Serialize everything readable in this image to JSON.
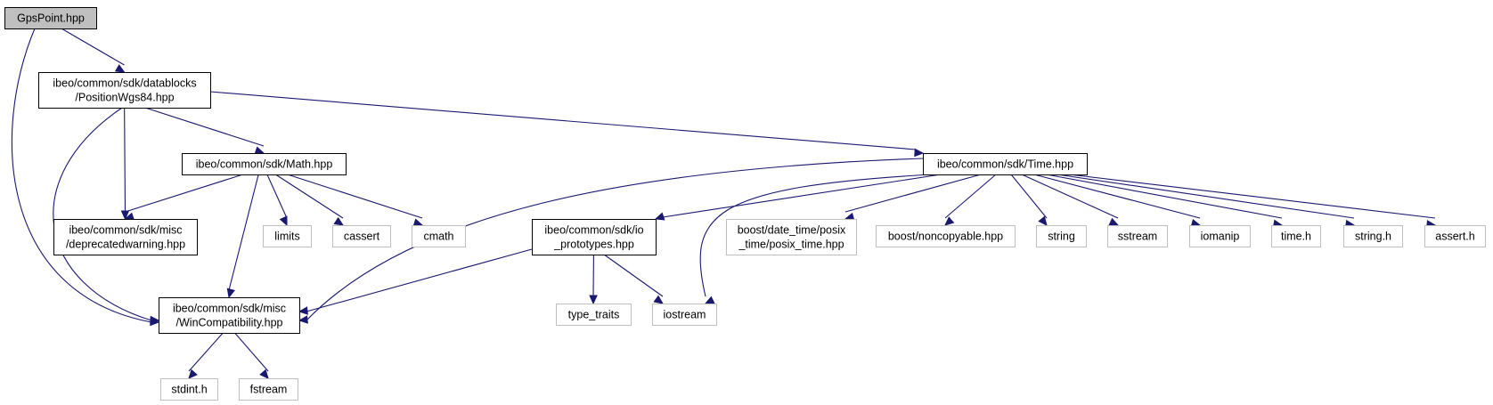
{
  "graph": {
    "nodes": [
      {
        "id": "gps",
        "lines": [
          "GpsPoint.hpp"
        ],
        "kind": "root",
        "clickable": true
      },
      {
        "id": "pos",
        "lines": [
          "ibeo/common/sdk/datablocks",
          "/PositionWgs84.hpp"
        ],
        "kind": "file",
        "clickable": true
      },
      {
        "id": "math",
        "lines": [
          "ibeo/common/sdk/Math.hpp"
        ],
        "kind": "file",
        "clickable": true
      },
      {
        "id": "time",
        "lines": [
          "ibeo/common/sdk/Time.hpp"
        ],
        "kind": "file",
        "clickable": true
      },
      {
        "id": "depr",
        "lines": [
          "ibeo/common/sdk/misc",
          "/deprecatedwarning.hpp"
        ],
        "kind": "file",
        "clickable": true
      },
      {
        "id": "limits",
        "lines": [
          "limits"
        ],
        "kind": "external",
        "clickable": false
      },
      {
        "id": "cassert",
        "lines": [
          "cassert"
        ],
        "kind": "external",
        "clickable": false
      },
      {
        "id": "cmath",
        "lines": [
          "cmath"
        ],
        "kind": "external",
        "clickable": false
      },
      {
        "id": "iop",
        "lines": [
          "ibeo/common/sdk/io",
          "_prototypes.hpp"
        ],
        "kind": "file",
        "clickable": true
      },
      {
        "id": "boostdt",
        "lines": [
          "boost/date_time/posix",
          "_time/posix_time.hpp"
        ],
        "kind": "external",
        "clickable": false
      },
      {
        "id": "boostnc",
        "lines": [
          "boost/noncopyable.hpp"
        ],
        "kind": "external",
        "clickable": false
      },
      {
        "id": "string",
        "lines": [
          "string"
        ],
        "kind": "external",
        "clickable": false
      },
      {
        "id": "sstream",
        "lines": [
          "sstream"
        ],
        "kind": "external",
        "clickable": false
      },
      {
        "id": "iomanip",
        "lines": [
          "iomanip"
        ],
        "kind": "external",
        "clickable": false
      },
      {
        "id": "timeh",
        "lines": [
          "time.h"
        ],
        "kind": "external",
        "clickable": false
      },
      {
        "id": "stringh",
        "lines": [
          "string.h"
        ],
        "kind": "external",
        "clickable": false
      },
      {
        "id": "asserth",
        "lines": [
          "assert.h"
        ],
        "kind": "external",
        "clickable": false
      },
      {
        "id": "win",
        "lines": [
          "ibeo/common/sdk/misc",
          "/WinCompatibility.hpp"
        ],
        "kind": "file",
        "clickable": true
      },
      {
        "id": "typetraits",
        "lines": [
          "type_traits"
        ],
        "kind": "external",
        "clickable": false
      },
      {
        "id": "iostream",
        "lines": [
          "iostream"
        ],
        "kind": "external",
        "clickable": false
      },
      {
        "id": "stdint",
        "lines": [
          "stdint.h"
        ],
        "kind": "external",
        "clickable": false
      },
      {
        "id": "fstream",
        "lines": [
          "fstream"
        ],
        "kind": "external",
        "clickable": false
      }
    ],
    "edges": [
      [
        "gps",
        "pos"
      ],
      [
        "gps",
        "win"
      ],
      [
        "pos",
        "math"
      ],
      [
        "pos",
        "time"
      ],
      [
        "pos",
        "depr"
      ],
      [
        "pos",
        "win"
      ],
      [
        "math",
        "depr"
      ],
      [
        "math",
        "win"
      ],
      [
        "math",
        "limits"
      ],
      [
        "math",
        "cassert"
      ],
      [
        "math",
        "cmath"
      ],
      [
        "time",
        "win"
      ],
      [
        "time",
        "iop"
      ],
      [
        "time",
        "iostream"
      ],
      [
        "time",
        "boostdt"
      ],
      [
        "time",
        "boostnc"
      ],
      [
        "time",
        "string"
      ],
      [
        "time",
        "sstream"
      ],
      [
        "time",
        "iomanip"
      ],
      [
        "time",
        "timeh"
      ],
      [
        "time",
        "stringh"
      ],
      [
        "time",
        "asserth"
      ],
      [
        "iop",
        "win"
      ],
      [
        "iop",
        "typetraits"
      ],
      [
        "iop",
        "iostream"
      ],
      [
        "win",
        "stdint"
      ],
      [
        "win",
        "fstream"
      ]
    ]
  },
  "colors": {
    "edge": "#191970",
    "root_fill": "#bfbfbf",
    "external_border": "#bfbfbf",
    "file_border": "#000000"
  }
}
